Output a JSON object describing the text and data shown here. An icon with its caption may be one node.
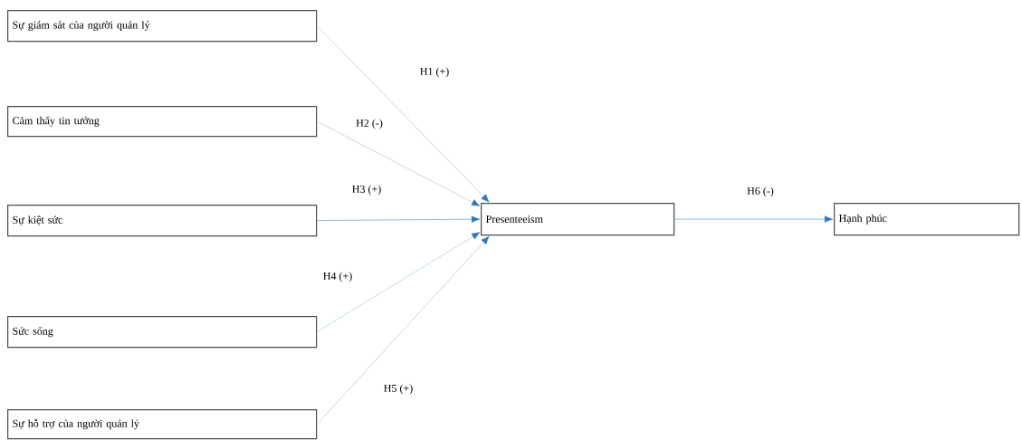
{
  "diagram": {
    "nodes": [
      {
        "text": [
          "Sự giám sát của người quản lý"
        ]
      },
      {
        "text": [
          "Cảm thấy tin tưởng"
        ]
      },
      {
        "text": [
          "Sự kiệt sức"
        ]
      },
      {
        "text": [
          "Sức sống"
        ]
      },
      {
        "text": [
          "Sự hỗ trợ của người quản lý"
        ]
      },
      {
        "text": [
          "Presenteeism"
        ]
      },
      {
        "text": [
          "Hạnh phúc"
        ]
      }
    ],
    "edges": [
      {
        "from": 0,
        "to": 5,
        "arrow": "to",
        "label": "H1 (+)"
      },
      {
        "from": 1,
        "to": 5,
        "arrow": "to",
        "label": "H2 (-)"
      },
      {
        "from": 2,
        "to": 5,
        "arrow": "to",
        "label": "H3 (+)",
        "color": "#5b9bd5"
      },
      {
        "from": 3,
        "to": 5,
        "arrow": "to",
        "label": "H4 (+)"
      },
      {
        "from": 4,
        "to": 5,
        "arrow": "to",
        "label": "H5 (+)"
      },
      {
        "from": 5,
        "to": 6,
        "arrow": "to",
        "label": "H6 (-)",
        "color": "#5b9bd5"
      }
    ]
  }
}
